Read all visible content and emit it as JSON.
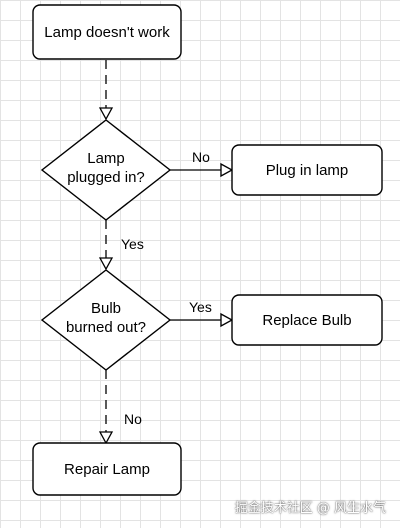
{
  "flowchart": {
    "nodes": {
      "start": "Lamp doesn't work",
      "check_plugged_line1": "Lamp",
      "check_plugged_line2": "plugged in?",
      "plug_in": "Plug in lamp",
      "check_bulb_line1": "Bulb",
      "check_bulb_line2": "burned out?",
      "replace_bulb": "Replace Bulb",
      "repair": "Repair Lamp"
    },
    "edge_labels": {
      "plugged_no": "No",
      "plugged_yes": "Yes",
      "bulb_yes": "Yes",
      "bulb_no": "No"
    }
  },
  "watermark": "掘金技术社区 @ 风生水气"
}
